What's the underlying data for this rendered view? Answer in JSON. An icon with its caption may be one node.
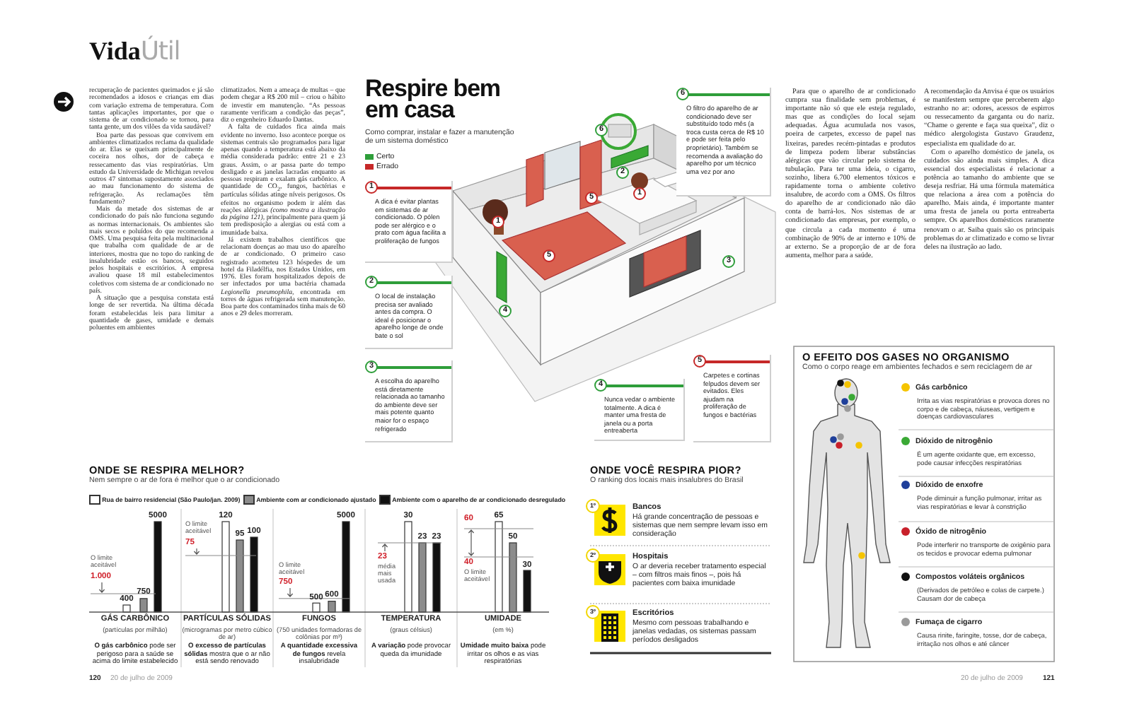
{
  "diagram": {
    "title": "Respire bem em casa",
    "nodes": [
      {
        "text": [
          "1",
          "A dica é evitar plantas em sistemas de ar condicionado. O pólen pode ser alérgico e o prato com água facilita a proliferação de fungos"
        ]
      },
      {
        "text": [
          "2",
          "O local de instalação precisa ser avaliado antes da compra. O ideal é posicionar o aparelho longe de onde bate o sol"
        ]
      },
      {
        "text": [
          "3",
          "A escolha do aparelho está diretamente relacionada ao tamanho do ambiente deve ser mais potente quanto maior for o espaço refrigerado"
        ]
      },
      {
        "text": [
          "4",
          "Nunca vedar o ambiente totalmente. A dica é manter uma fresta de janela ou a porta entreaberta"
        ]
      },
      {
        "text": [
          "5",
          "Carpetes e cortinas felpudos devem ser evitados. Eles ajudam na proliferação de fungos e bactérias"
        ]
      },
      {
        "text": [
          "6",
          "O filtro do aparelho de ar condicionado deve ser substituído todo mês (a troca custa cerca de R$ 10 e pode ser feita pelo proprietário). Também se recomenda a avaliação do aparelho por um técnico uma vez por ano"
        ]
      }
    ],
    "labels": [
      "**Vida**Útil",
      "recuperação de pacientes queimados e já são recomendados a idosos e crianças em dias com variação extrema de temperatura. Com tantas aplicações importantes, por que o sistema de ar condicionado se tornou, para tanta gente, um dos vilões da vida saudável?",
      "Boa parte das pessoas que convivem em ambientes climatizados reclama da qualidade do ar. Elas se queixam principalmente de coceira nos olhos, dor de cabeça e ressecamento das vias respiratórias. Um estudo da Universidade de Michigan revelou outros 47 sintomas supostamente associados ao mau funcionamento do sistema de refrigeração. As reclamações têm fundamento?",
      "Mais da metade dos sistemas de ar condicionado do país não funciona segundo as normas internacionais. Os ambientes são mais secos e poluídos do que recomenda a OMS. Uma pesquisa feita pela multinacional que trabalha com qualidade de ar de interiores, mostra que no topo do ranking de insalubridade estão os bancos, seguidos pelos hospitais e escritórios. A empresa avaliou quase 18 mil estabelecimentos coletivos com sistema de ar condicionado no país.",
      "A situação que a pesquisa constata está longe de ser revertida. Na última década foram estabelecidas leis para limitar a quantidade de gases, umidade e demais poluentes em ambientes",
      "climatizados. Nem a ameaça de multas – que podem chegar a R$ 200 mil – criou o hábito de investir em manutenção. “As pessoas raramente verificam a condição das peças”, diz o engenheiro Eduardo Dantas.",
      "A falta de cuidados fica ainda mais evidente no inverno. Isso acontece porque os sistemas centrais são programados para ligar apenas quando a temperatura está abaixo da média considerada padrão: entre 21 e 23 graus. Assim, o ar passa parte do tempo desligado e as janelas lacradas enquanto as pessoas respiram e exalam gás carbônico. A quantidade de CO$_{2}$, fungos, bactérias e partículas sólidas atinge níveis perigosos. Os efeitos no organismo podem ir além das reações alérgicas *(como mostra a ilustração da página 121)*, principalmente para quem já tem predisposição a alergias ou está com a imunidade baixa.",
      "Já existem trabalhos científicos que relacionam doenças ao mau uso do aparelho de ar condicionado. O primeiro caso registrado acometeu 123 hóspedes de um hotel da Filadélfia, nos Estados Unidos, em 1976. Eles foram hospitalizados depois de ser infectados por uma bactéria chamada *Legionella pneumophila*, encontrada em torres de águas refrigerada sem manutenção. Boa parte dos contaminados tinha mais de 60 anos e 29 deles morreram.",
      "Como comprar, instalar e fazer a manutenção de um sistema doméstico",
      "6",
      "2",
      "1",
      "5",
      "1",
      "5",
      "3",
      "4",
      "Para que o aparelho de ar condicionado cumpra sua finalidade sem problemas, é importante não só que ele esteja regulado, mas que as condições do local sejam adequadas. Água acumulada nos vasos, poeira de carpetes, excesso de papel nas lixeiras, paredes recém-pintadas e produtos de limpeza podem liberar substâncias alérgicas que vão circular pelo sistema de tubulação. Para ter uma ideia, o cigarro, sozinho, libera 6.700 elementos tóxicos e rapidamente torna o ambiente coletivo insalubre, de acordo com a OMS. Os filtros do aparelho de ar condicionado não dão conta de barrá-los. Nos sistemas de ar condicionado das empresas, por exemplo, o que circula a cada momento é uma combinação de 90% de ar interno e 10% de ar externo. Se a proporção de ar de fora aumenta, melhor para a saúde.",
      "A recomendação da Anvisa é que os usuários se manifestem sempre que perceberem algo estranho no ar: odores, acessos de espirros ou ressecamento da garganta ou do nariz. “Chame o gerente e faça sua queixa”, diz o médico alergologista Gustavo Graudenz, especialista em qualidade do ar.",
      "Com o aparelho doméstico de janela, os cuidados são ainda mais simples. A dica essencial dos especialistas é relacionar a potência ao tamanho do ambiente que se deseja resfriar. Há uma fórmula matemática que relaciona a área com a potência do aparelho. Mais ainda, é importante manter uma fresta de janela ou porta entreaberta sempre. Os aparelhos domésticos raramente renovam o ar. Saiba quais são os principais problemas do ar climatizado e como se livrar deles na ilustração ao lado.",
      "ONDE SE RESPIRA MELHOR?",
      "Nem sempre o ar de fora é melhor que o ar condicionado",
      "O limite aceitável",
      "1.000",
      "400",
      "750",
      "5000",
      "GÁS CARBÔNICO",
      "(partículas por milhão)",
      "**O gás carbônico** pode ser perigoso para a saúde se acima do limite estabelecido",
      "O limite aceitável",
      "75",
      "120",
      "95",
      "100",
      "PARTÍCULAS SÓLIDAS",
      "(microgramas por metro cúbico de ar)",
      "**O excesso de partículas sólidas** mostra que o ar não está sendo renovado",
      "O limite aceitável",
      "750",
      "500",
      "600",
      "5000",
      "FUNGOS",
      "(750 unidades formadoras de colônias por m³)",
      "**A quantidade excessiva de fungos** revela insalubridade",
      "23",
      "média mais usada",
      "30",
      "23",
      "23",
      "TEMPERATURA",
      "(graus célsius)",
      "**A variação** pode provocar queda da imunidade",
      "60",
      "40",
      "O limite aceitável",
      "65",
      "50",
      "30",
      "UMIDADE",
      "(em %)",
      "**Umidade muito baixa** pode irritar os olhos e as vias respiratórias",
      "ONDE VOCÊ RESPIRA PIOR?",
      "O ranking dos locais mais insalubres do Brasil",
      "1º",
      "Bancos",
      "Há grande concentração de pessoas e sistemas que nem sempre levam isso em consideração",
      "2º",
      "Hospitais",
      "O ar deveria receber tratamento especial – com filtros mais finos –, pois há pacientes com baixa imunidade",
      "3º",
      "Escritórios",
      "Mesmo com pessoas trabalhando e janelas vedadas, os sistemas passam períodos desligados",
      "O EFEITO DOS GASES NO ORGANISMO",
      "Como o corpo reage em ambientes fechados e sem reciclagem de ar",
      "Irrita as vias respiratórias e provoca dores no corpo e de cabeça, náuseas, vertigem e doenças cardiovasculares",
      "É um agente oxidante que, em excesso, pode causar infecções respiratórias",
      "Pode diminuir a função pulmonar, irritar as vias respiratórias e levar à constrição",
      "Pode interferir no transporte de oxigênio para os tecidos e provocar edema pulmonar",
      "(Derivados de petróleo e colas de carpete.) Causam dor de cabeça",
      "Causa rinite, faringite, tosse, dor de cabeça, irritação nos olhos e até câncer",
      "120",
      "20 de julho de 2009",
      "20 de julho de 2009",
      "121"
    ],
    "legend": [
      {
        "text": "Certo",
        "color": "#2e9e3a"
      },
      {
        "text": "Errado",
        "color": "#c62828"
      },
      {
        "text": "Rua de bairro residencial (São Paulo/jan. 2009)",
        "color": "#ffffff"
      },
      {
        "text": "Ambiente com ar condicionado ajustado",
        "color": "#8c8c8c"
      },
      {
        "text": "Ambiente com o aparelho de ar condicionado desregulado",
        "color": "#111111"
      },
      {
        "text": "Gás carbônico",
        "color": "#f5c400"
      },
      {
        "text": "Dióxido de nitrogênio",
        "color": "#3aa935"
      },
      {
        "text": "Dióxido de enxofre",
        "color": "#1f3f9a"
      },
      {
        "text": "Óxido de nitrogênio",
        "color": "#c8202a"
      },
      {
        "text": "Compostos voláteis orgânicos",
        "color": "#111111"
      },
      {
        "text": "Fumaça de cigarro",
        "color": "#9a9a9a"
      }
    ]
  }
}
